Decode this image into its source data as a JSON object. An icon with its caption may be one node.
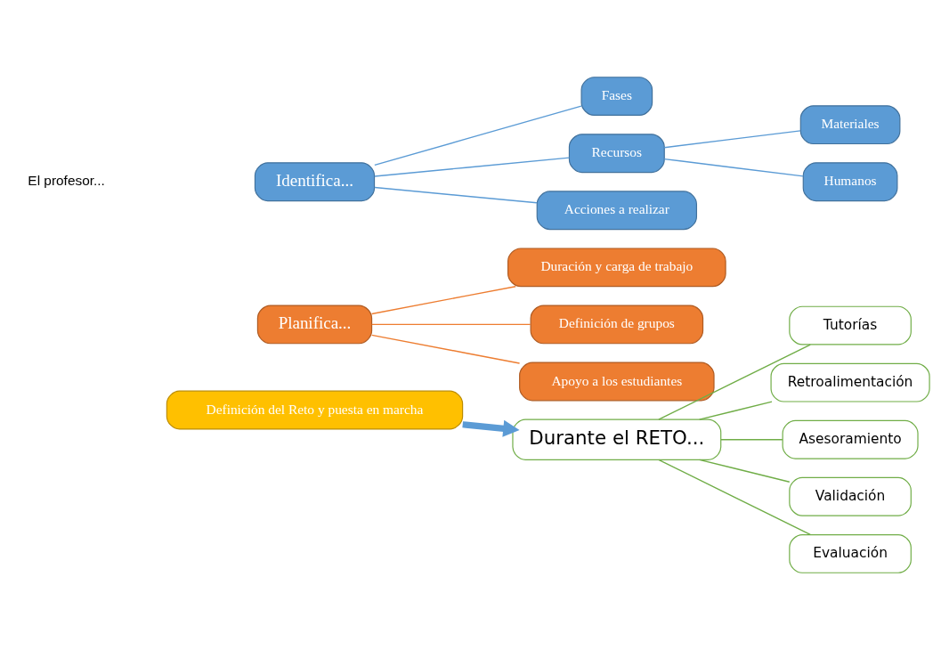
{
  "diagram": {
    "nodes": [
      {
        "text": [
          "Identifica..."
        ]
      },
      {
        "text": [
          "Fases"
        ]
      },
      {
        "text": [
          "Recursos"
        ]
      },
      {
        "text": [
          "Acciones a realizar"
        ]
      },
      {
        "text": [
          "Materiales"
        ]
      },
      {
        "text": [
          "Humanos"
        ]
      },
      {
        "text": [
          "Planifica..."
        ]
      },
      {
        "text": [
          "Duración y carga de trabajo"
        ]
      },
      {
        "text": [
          "Definición de grupos"
        ]
      },
      {
        "text": [
          "Apoyo a los estudiantes"
        ]
      },
      {
        "text": [
          "Definición del Reto y puesta en marcha"
        ]
      },
      {
        "text": [
          "Durante el RETO..."
        ]
      },
      {
        "text": [
          "Tutorías"
        ]
      },
      {
        "text": [
          "Retroalimentación"
        ]
      },
      {
        "text": [
          "Asesoramiento"
        ]
      },
      {
        "text": [
          "Validación"
        ]
      },
      {
        "text": [
          "Evaluación"
        ]
      }
    ],
    "edges": [
      {
        "from": 0,
        "to": 1,
        "arrow": "none"
      },
      {
        "from": 0,
        "to": 2,
        "arrow": "none"
      },
      {
        "from": 0,
        "to": 3,
        "arrow": "none"
      },
      {
        "from": 2,
        "to": 4,
        "arrow": "none"
      },
      {
        "from": 2,
        "to": 5,
        "arrow": "none"
      },
      {
        "from": 6,
        "to": 7,
        "arrow": "none",
        "color": "#ed7d31"
      },
      {
        "from": 6,
        "to": 8,
        "arrow": "none",
        "color": "#ed7d31"
      },
      {
        "from": 6,
        "to": 9,
        "arrow": "none",
        "color": "#ed7d31"
      },
      {
        "from": 10,
        "to": 11,
        "arrow": "to",
        "style": "thick"
      },
      {
        "from": 11,
        "to": 12,
        "arrow": "none",
        "color": "#70ad47"
      },
      {
        "from": 11,
        "to": 13,
        "arrow": "none",
        "color": "#70ad47"
      },
      {
        "from": 11,
        "to": 14,
        "arrow": "none",
        "color": "#70ad47"
      },
      {
        "from": 11,
        "to": 15,
        "arrow": "none",
        "color": "#70ad47"
      },
      {
        "from": 11,
        "to": 16,
        "arrow": "none",
        "color": "#70ad47"
      }
    ],
    "labels": [
      "El profesor..."
    ]
  }
}
